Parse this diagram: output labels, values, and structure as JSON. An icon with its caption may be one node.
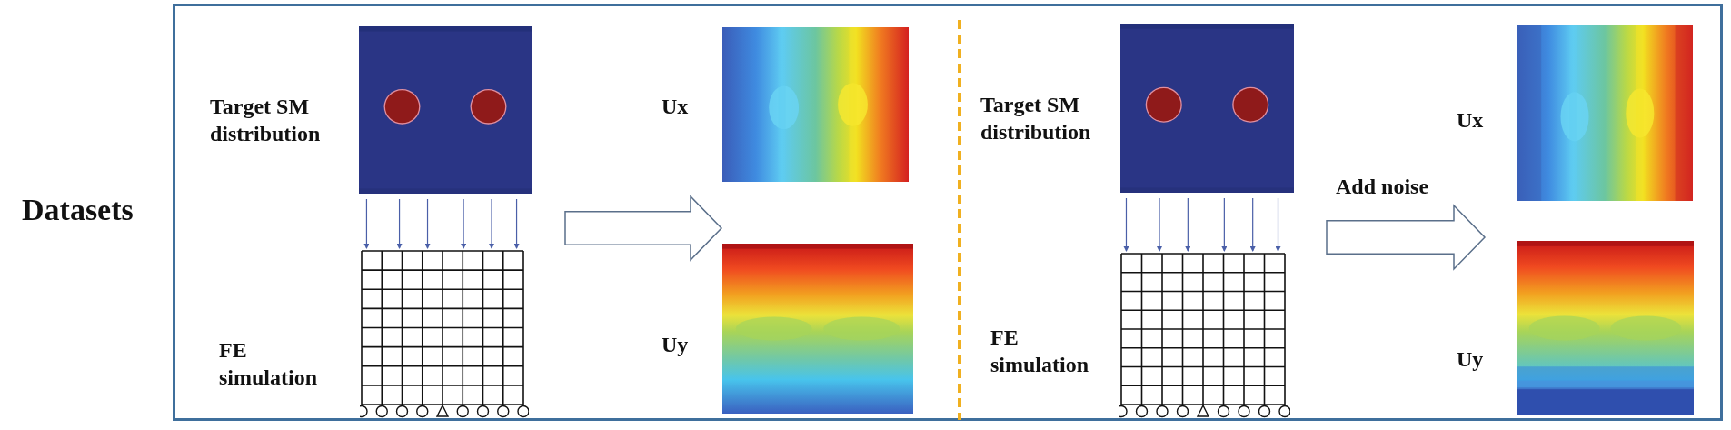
{
  "diagram": {
    "nodes": [
      {
        "text": [],
        "shape": "picture",
        "beside": [
          "Target SM distribution"
        ]
      },
      {
        "text": [],
        "shape": "grid",
        "beside": [
          "FE simulation"
        ]
      },
      {
        "text": [],
        "shape": "picture",
        "beside": [
          "Ux"
        ]
      },
      {
        "text": [],
        "shape": "picture",
        "beside": [
          "Uy"
        ]
      },
      {
        "text": [],
        "shape": "picture",
        "beside": [
          "Target SM distribution"
        ]
      },
      {
        "text": [],
        "shape": "grid",
        "beside": [
          "FE simulation"
        ]
      },
      {
        "text": [],
        "shape": "picture",
        "beside": [
          "Ux"
        ]
      },
      {
        "text": [],
        "shape": "picture",
        "beside": [
          "Uy"
        ]
      }
    ],
    "edges": [
      {
        "from": 0,
        "to": 1,
        "arrow": "to",
        "color": "#4a5fa8"
      },
      {
        "from": 0,
        "to": 1,
        "arrow": "to",
        "color": "#4a5fa8"
      },
      {
        "from": 0,
        "to": 1,
        "arrow": "to",
        "color": "#4a5fa8"
      },
      {
        "from": 0,
        "to": 1,
        "arrow": "to",
        "color": "#4a5fa8"
      },
      {
        "from": 0,
        "to": 1,
        "arrow": "to",
        "color": "#4a5fa8"
      },
      {
        "from": 0,
        "to": 1,
        "arrow": "to",
        "color": "#4a5fa8"
      },
      {
        "from": 1,
        "to": null,
        "arrow": "to"
      },
      {
        "from": 4,
        "to": 5,
        "arrow": "to",
        "color": "#4a5fa8"
      },
      {
        "from": 4,
        "to": 5,
        "arrow": "to",
        "color": "#4a5fa8"
      },
      {
        "from": 4,
        "to": 5,
        "arrow": "to",
        "color": "#4a5fa8"
      },
      {
        "from": 4,
        "to": 5,
        "arrow": "to",
        "color": "#4a5fa8"
      },
      {
        "from": 4,
        "to": 5,
        "arrow": "to",
        "color": "#4a5fa8"
      },
      {
        "from": 4,
        "to": 5,
        "arrow": "to",
        "color": "#4a5fa8"
      },
      {
        "from": 5,
        "to": null,
        "arrow": "to",
        "label": "Add noise"
      }
    ],
    "labels": [
      "Datasets"
    ]
  }
}
